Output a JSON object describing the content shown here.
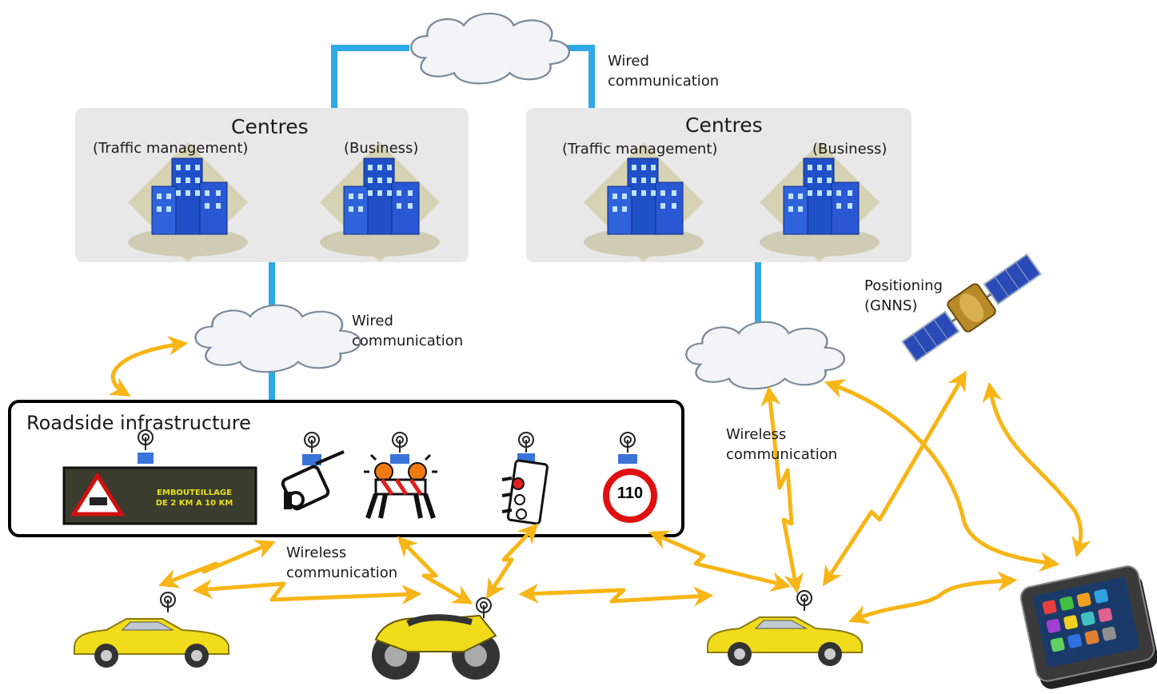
{
  "labels": {
    "wired_top": "Wired\ncommunication",
    "wired_left": "Wired\ncommunication",
    "wireless_right": "Wireless\ncommunication",
    "wireless_bottom": "Wireless\ncommunication",
    "positioning": "Positioning\n(GNNS)",
    "roadside": "Roadside infrastructure"
  },
  "centres": [
    {
      "title": "Centres",
      "left_sub": "(Traffic management)",
      "right_sub": "(Business)"
    },
    {
      "title": "Centres",
      "left_sub": "(Traffic management)",
      "right_sub": "(Business)"
    }
  ],
  "vms_sign": "EMBOUTEILLAGE\nDE 2 KM A 10 KM",
  "speed_limit": "110",
  "colors": {
    "wired_link": "#2fa8e8",
    "wireless_link": "#f7b516",
    "centre_panel": "#e8e8e8",
    "building": "#1f4fd0",
    "car": "#f0dc1a"
  }
}
